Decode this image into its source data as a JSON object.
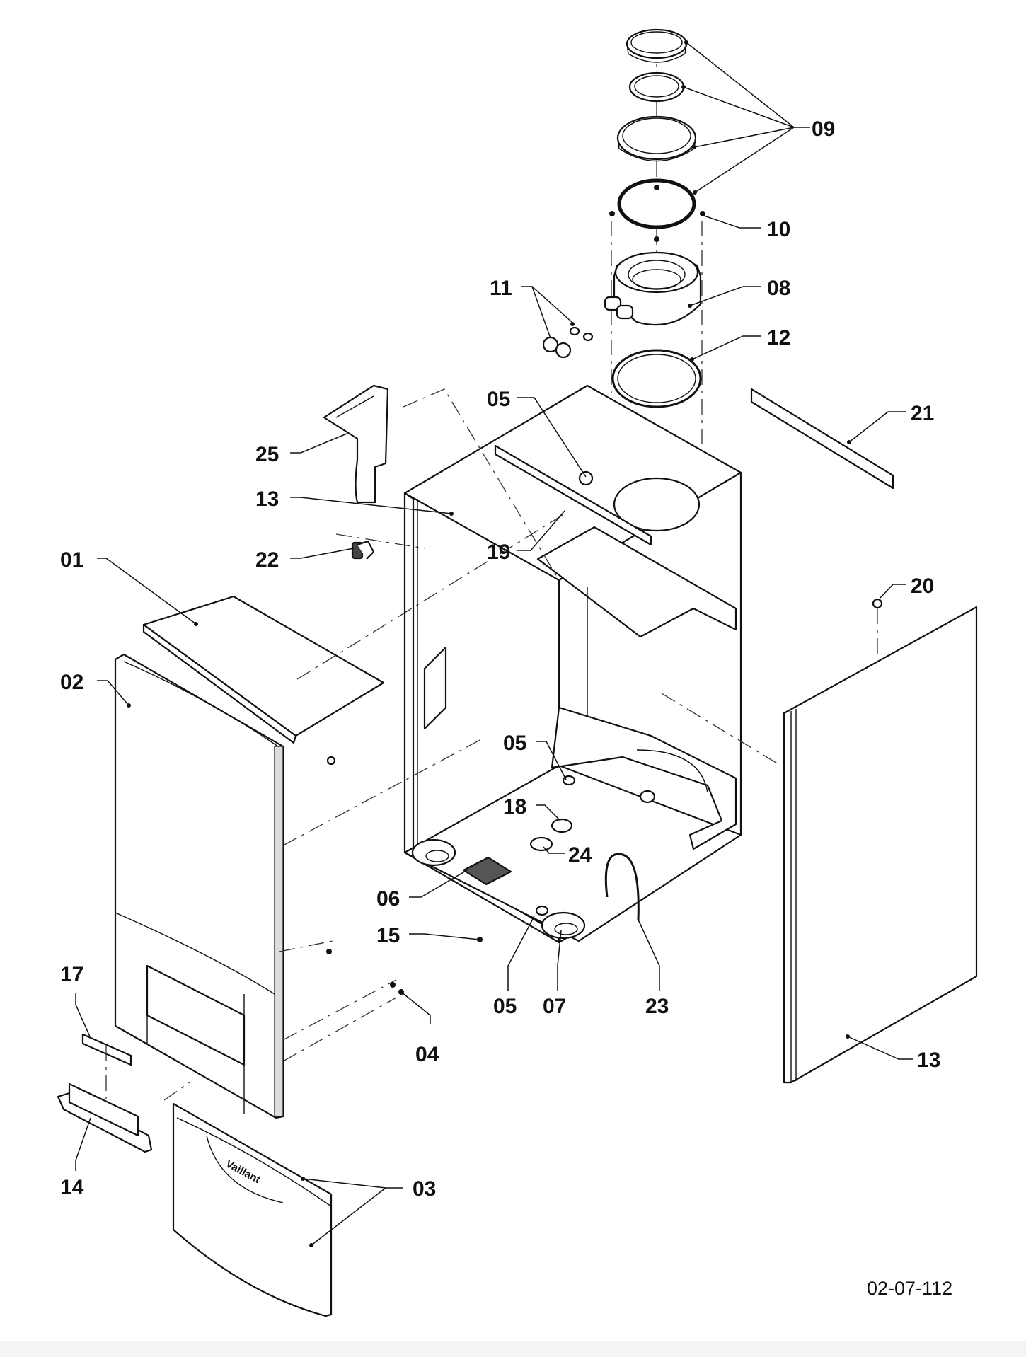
{
  "diagram": {
    "type": "exploded-parts-diagram",
    "reference_code": "02-07-112",
    "logo_text": "Vaillant",
    "callouts": [
      {
        "id": "c01",
        "label": "01",
        "part": "top cover panel"
      },
      {
        "id": "c02",
        "label": "02",
        "part": "front casing panel"
      },
      {
        "id": "c03",
        "label": "03",
        "part": "lower front door"
      },
      {
        "id": "c04",
        "label": "04",
        "part": "screws / clips"
      },
      {
        "id": "c05a",
        "label": "05",
        "part": "grommet (top)"
      },
      {
        "id": "c05b",
        "label": "05",
        "part": "grommet (floor)"
      },
      {
        "id": "c05c",
        "label": "05",
        "part": "grommet (bottom front)"
      },
      {
        "id": "c06",
        "label": "06",
        "part": "terminal block"
      },
      {
        "id": "c07",
        "label": "07",
        "part": "bottom seal"
      },
      {
        "id": "c08",
        "label": "08",
        "part": "flue adaptor"
      },
      {
        "id": "c09",
        "label": "09",
        "part": "flue seal rings"
      },
      {
        "id": "c10",
        "label": "10",
        "part": "screw"
      },
      {
        "id": "c11",
        "label": "11",
        "part": "test point caps and o-rings"
      },
      {
        "id": "c12",
        "label": "12",
        "part": "flue gasket"
      },
      {
        "id": "c13a",
        "label": "13",
        "part": "left side panel"
      },
      {
        "id": "c13b",
        "label": "13",
        "part": "right side panel"
      },
      {
        "id": "c14",
        "label": "14",
        "part": "bottom bracket"
      },
      {
        "id": "c15",
        "label": "15",
        "part": "screw"
      },
      {
        "id": "c17",
        "label": "17",
        "part": "clip strip"
      },
      {
        "id": "c18",
        "label": "18",
        "part": "grommet"
      },
      {
        "id": "c19",
        "label": "19",
        "part": "screw"
      },
      {
        "id": "c20",
        "label": "20",
        "part": "screw"
      },
      {
        "id": "c21",
        "label": "21",
        "part": "wall mounting bracket"
      },
      {
        "id": "c22",
        "label": "22",
        "part": "clip"
      },
      {
        "id": "c23",
        "label": "23",
        "part": "earth lead"
      },
      {
        "id": "c24",
        "label": "24",
        "part": "grommet"
      },
      {
        "id": "c25",
        "label": "25",
        "part": "air duct"
      }
    ]
  }
}
